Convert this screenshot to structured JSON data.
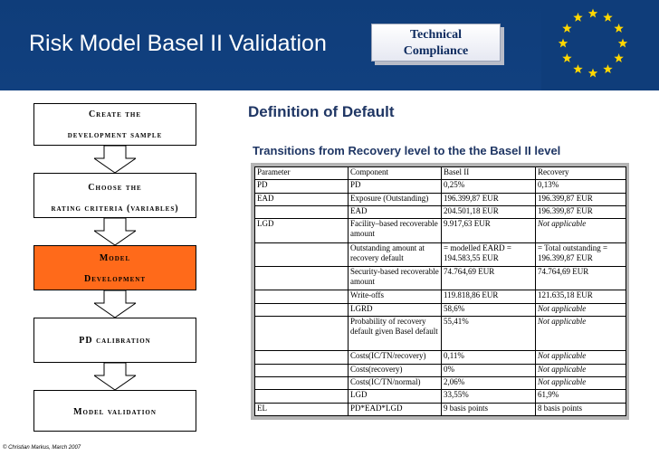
{
  "header": {
    "title": "Risk Model Basel II Validation",
    "badge": {
      "line1": "Technical",
      "line2": "Compliance"
    },
    "flag": {
      "icon": "eu-flag-icon",
      "background": "#0f3d7a",
      "star_color": "#ffd700",
      "star_count": 12
    }
  },
  "process": {
    "steps": [
      {
        "lines": [
          "Create the",
          "development sample"
        ]
      },
      {
        "lines": [
          "Choose the",
          "rating criteria (variables)"
        ]
      },
      {
        "lines": [
          "Model",
          "Development"
        ]
      },
      {
        "lines": [
          "PD calibration"
        ]
      },
      {
        "lines": [
          "Model validation"
        ]
      }
    ],
    "active_color": "#ff6a1a",
    "arrow_icon": "down-arrow-icon"
  },
  "main": {
    "title": "Definition of Default",
    "subtitle": "Transitions from Recovery level to the the Basel II level"
  },
  "table": {
    "headers": [
      "Parameter",
      "Component",
      "Basel II",
      "Recovery"
    ],
    "rows": [
      [
        "PD",
        "PD",
        "0,25%",
        "0,13%"
      ],
      [
        "EAD",
        "Exposure (Outstanding)",
        "196.399,87 EUR",
        "196.399,87 EUR"
      ],
      [
        "",
        "EAD",
        "204.501,18 EUR",
        "196.399,87 EUR"
      ],
      [
        "LGD",
        "Facility–based recoverable amount",
        "9.917,63 EUR",
        "Not applicable"
      ],
      [
        "",
        "Outstanding amount at recovery default",
        "= modelled EARD = 194.583,55 EUR",
        "= Total outstanding = 196.399,87 EUR"
      ],
      [
        "",
        "Security-based recoverable amount",
        "74.764,69 EUR",
        "74.764,69 EUR"
      ],
      [
        "",
        "Write-offs",
        "119.818,86 EUR",
        "121.635,18 EUR"
      ],
      [
        "",
        "LGRD",
        "58,6%",
        "Not applicable"
      ],
      [
        "",
        "Probability of recovery default given Basel default",
        "55,41%",
        "Not applicable"
      ],
      [
        "",
        "Costs(IC/TN/recovery)",
        "0,11%",
        "Not applicable"
      ],
      [
        "",
        "Costs(recovery)",
        "0%",
        "Not applicable"
      ],
      [
        "",
        "Costs(IC/TN/normal)",
        "2,06%",
        "Not applicable"
      ],
      [
        "",
        "LGD",
        "33,55%",
        "61,9%"
      ],
      [
        "EL",
        "PD*EAD*LGD",
        "9 basis points",
        "8 basis points"
      ]
    ]
  },
  "footer": {
    "text": "© Christian Markus, March 2007"
  }
}
